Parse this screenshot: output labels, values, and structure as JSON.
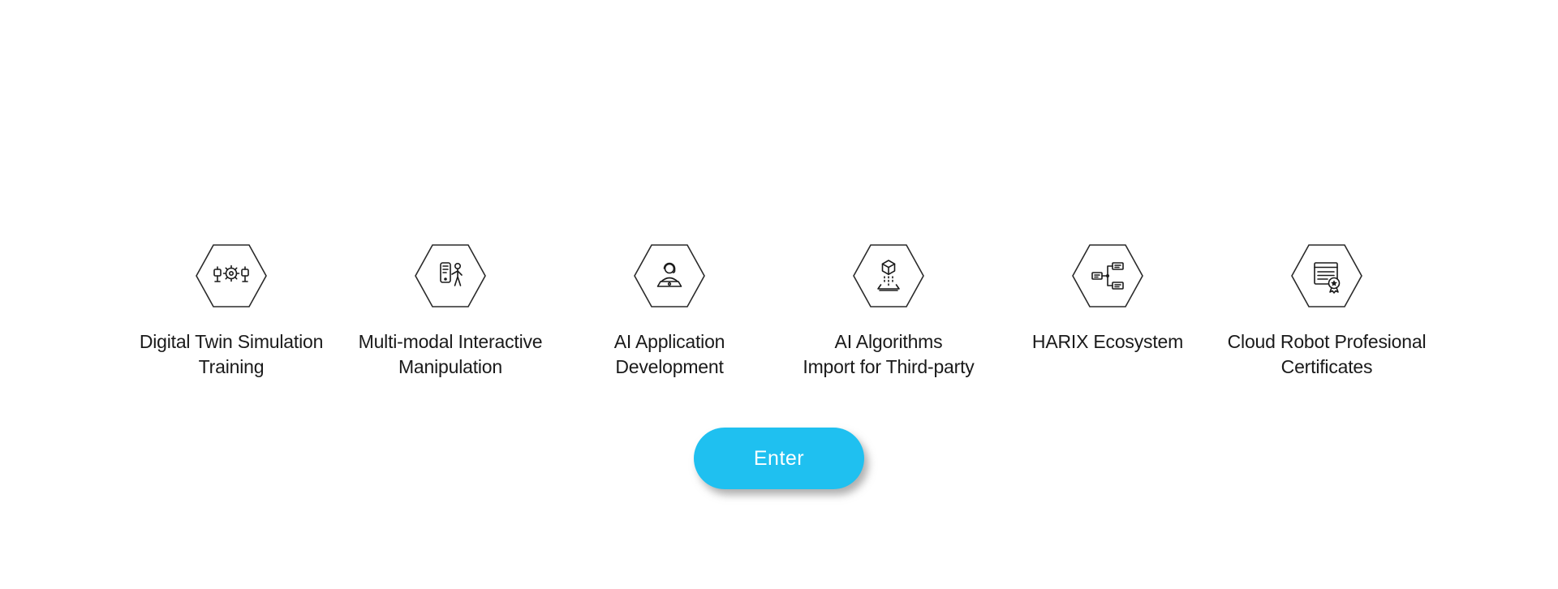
{
  "page": {
    "background": "#ffffff"
  },
  "features": [
    {
      "icon": "digital-twin-simulation-icon",
      "label": "Digital Twin Simulation\nTraining"
    },
    {
      "icon": "multimodal-manipulation-icon",
      "label": "Multi-modal Interactive\nManipulation"
    },
    {
      "icon": "ai-application-development-icon",
      "label": "AI Application\nDevelopment"
    },
    {
      "icon": "ai-algorithms-import-icon",
      "label": "AI Algorithms\nImport for Third-party"
    },
    {
      "icon": "harix-ecosystem-icon",
      "label": "HARIX Ecosystem"
    },
    {
      "icon": "cloud-robot-certificates-icon",
      "label": "Cloud Robot Profesional\nCertificates"
    }
  ],
  "enter_button": {
    "label": "Enter",
    "background": "#1fc0f0",
    "text_color": "#ffffff"
  }
}
